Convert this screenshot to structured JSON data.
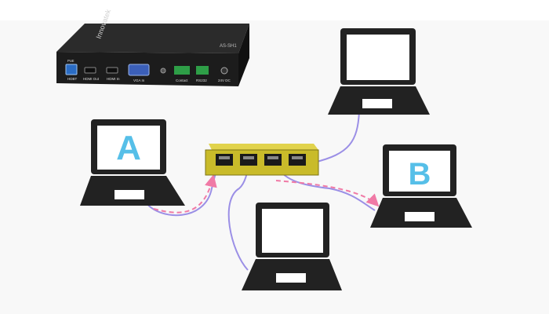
{
  "device": {
    "brand": "Innovatek",
    "model": "AS-SH1",
    "port_labels": [
      "PoE",
      "HDBT",
      "HDMI Out",
      "HDMI In",
      "VGA In",
      "Contact",
      "RS232",
      "24V DC"
    ]
  },
  "laptops": [
    {
      "id": "A",
      "label": "A"
    },
    {
      "id": "B",
      "label": "B"
    },
    {
      "id": "top-right",
      "label": ""
    },
    {
      "id": "bottom",
      "label": ""
    }
  ],
  "colors": {
    "cable": "#9b8fe6",
    "data_flow": "#f07aa6",
    "switch_body": "#c9bb2a",
    "laptop_label": "#56bfe8",
    "laptop_body": "#222222",
    "screen": "#ffffff"
  }
}
